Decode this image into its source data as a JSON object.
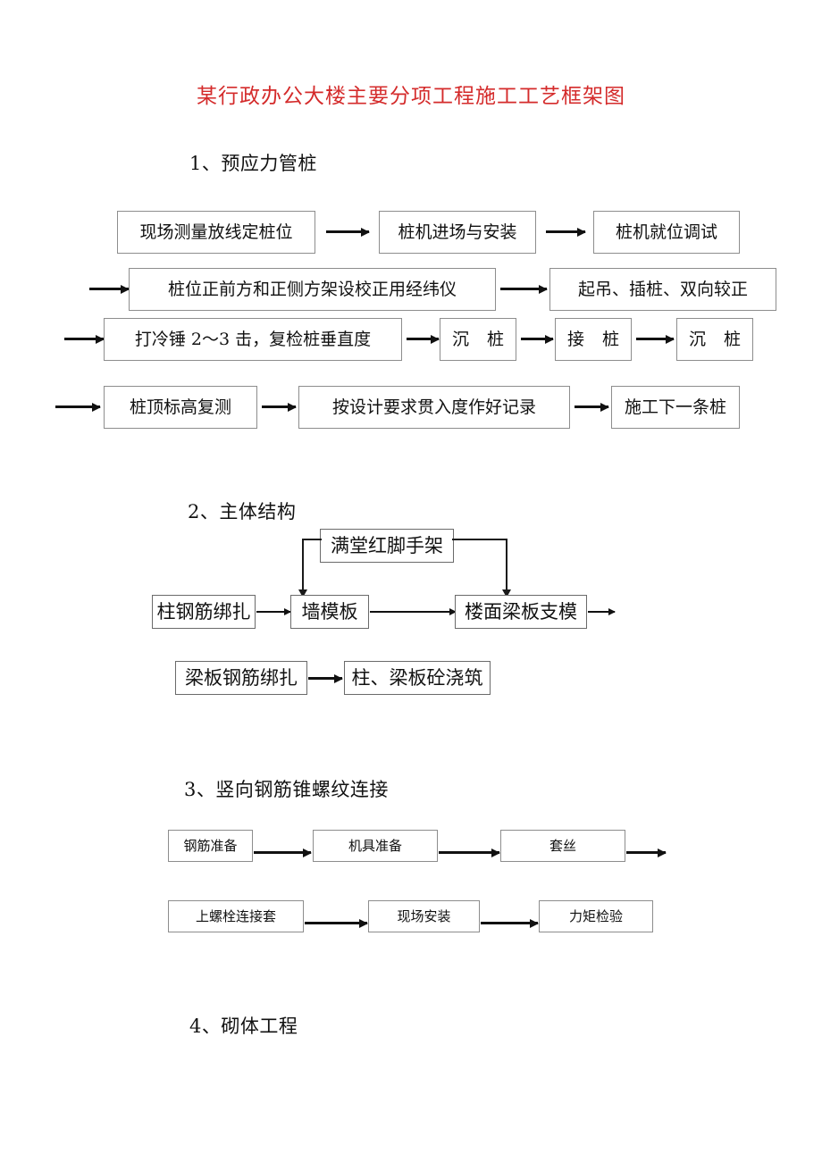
{
  "document": {
    "title": "某行政办公大楼主要分项工程施工工艺框架图",
    "title_color": "#d42b2b"
  },
  "sections": [
    {
      "heading": "1、预应力管桩",
      "rows": [
        [
          "现场测量放线定桩位",
          "桩机进场与安装",
          "桩机就位调试"
        ],
        [
          "桩位正前方和正侧方架设校正用经纬仪",
          "起吊、插桩、双向较正"
        ],
        [
          "打冷锤 2～3 击，复检桩垂直度",
          "沉 桩",
          "接 桩",
          "沉 桩"
        ],
        [
          "桩顶标高复测",
          "按设计要求贯入度作好记录",
          "施工下一条桩"
        ]
      ]
    },
    {
      "heading": "2、主体结构",
      "scaffold_box": "满堂红脚手架",
      "rows": [
        [
          "柱钢筋绑扎",
          "墙模板",
          "楼面梁板支模"
        ],
        [
          "梁板钢筋绑扎",
          "柱、梁板砼浇筑"
        ]
      ]
    },
    {
      "heading": "3、竖向钢筋锥螺纹连接",
      "rows": [
        [
          "钢筋准备",
          "机具准备",
          "套丝"
        ],
        [
          "上螺栓连接套",
          "现场安装",
          "力矩检验"
        ]
      ]
    },
    {
      "heading": "4、砌体工程",
      "rows": []
    }
  ]
}
